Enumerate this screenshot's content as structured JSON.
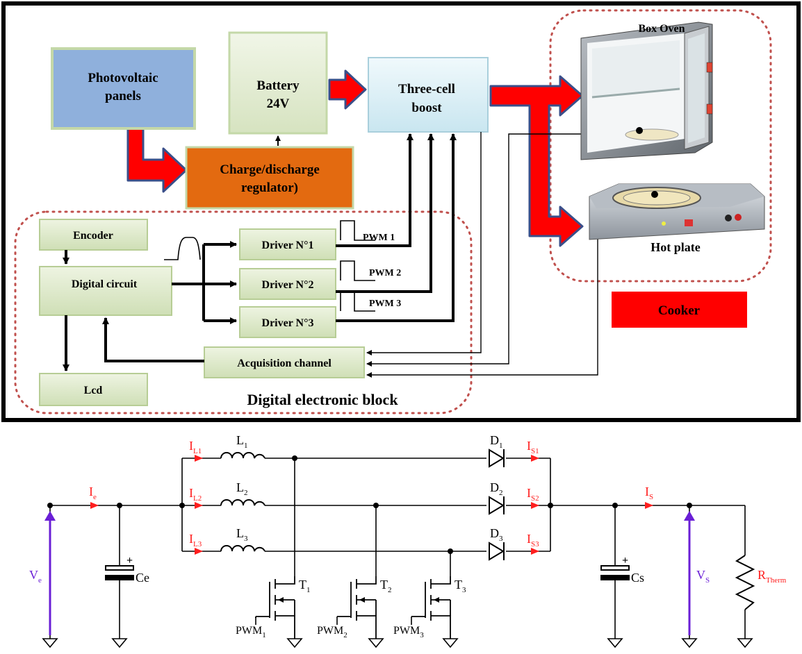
{
  "blocks": {
    "pv": "Photovoltaic panels",
    "pv_line1": "Photovoltaic",
    "pv_line2": "panels",
    "battery_line1": "Battery",
    "battery_line2": "24V",
    "boost_line1": "Three-cell",
    "boost_line2": "boost",
    "regulator_line1": "Charge/discharge",
    "regulator_line2": "regulator)",
    "encoder": "Encoder",
    "digital_circuit": "Digital circuit",
    "lcd": "Lcd",
    "driver1": "Driver N°1",
    "driver2": "Driver N°2",
    "driver3": "Driver N°3",
    "acquisition": "Acquisition channel",
    "pwm1": "PWM 1",
    "pwm2": "PWM 2",
    "pwm3": "PWM 3",
    "digital_block": "Digital electronic block",
    "box_oven": "Box Oven",
    "hot_plate": "Hot plate",
    "cooker": "Cooker"
  },
  "circuit": {
    "ve": "V",
    "ve_sub": "e",
    "ie": "I",
    "ie_sub": "e",
    "ce": "Ce",
    "il1": "I",
    "il1_sub": "L1",
    "il2": "I",
    "il2_sub": "L2",
    "il3": "I",
    "il3_sub": "L3",
    "l1": "L",
    "l1_sub": "1",
    "l2": "L",
    "l2_sub": "2",
    "l3": "L",
    "l3_sub": "3",
    "d1": "D",
    "d1_sub": "1",
    "d2": "D",
    "d2_sub": "2",
    "d3": "D",
    "d3_sub": "3",
    "is1": "I",
    "is1_sub": "S1",
    "is2": "I",
    "is2_sub": "S2",
    "is3": "I",
    "is3_sub": "S3",
    "is": "I",
    "is_sub": "S",
    "cs": "Cs",
    "vs": "V",
    "vs_sub": "S",
    "rth": "R",
    "rth_sub": "Therm",
    "t1": "T",
    "t1_sub": "1",
    "t2": "T",
    "t2_sub": "2",
    "t3": "T",
    "t3_sub": "3",
    "pwm1": "PWM",
    "pwm1_sub": "1",
    "pwm2": "PWM",
    "pwm2_sub": "2",
    "pwm3": "PWM",
    "pwm3_sub": "3",
    "plus": "+"
  },
  "colors": {
    "pv": "#8fb0dc",
    "battery": "#e2ebd0",
    "boost": "#d9eef5",
    "regulator": "#e36a10",
    "green_box": "#dce8c8",
    "arrow_red": "#ff0000",
    "arrow_outline": "#3a4f8a",
    "dotted": "#c0504d",
    "cooker": "#ff0000",
    "circuit_red": "#ff1e1e",
    "circuit_purple": "#6a1fd6"
  }
}
